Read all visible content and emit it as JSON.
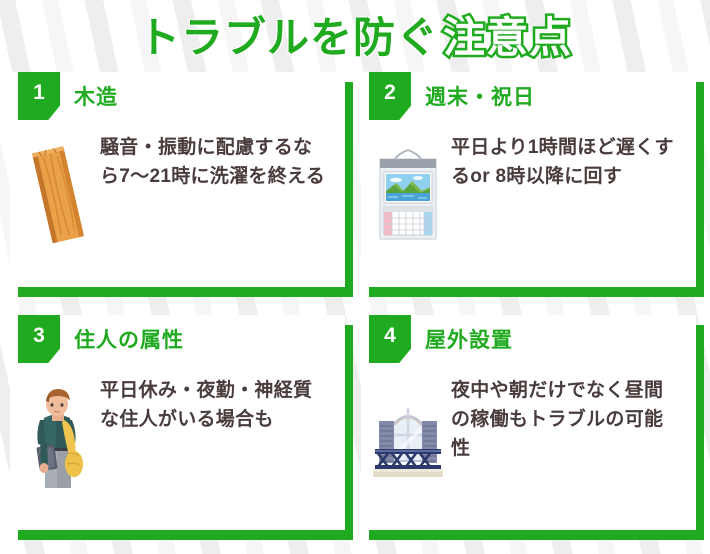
{
  "header": {
    "title_plain": "トラブルを防ぐ",
    "title_highlight": "注意点"
  },
  "colors": {
    "green": "#1faa1f",
    "text": "#4a3c3c",
    "white": "#ffffff",
    "background": "#f2f2f2"
  },
  "cards": [
    {
      "number": "1",
      "title": "木造",
      "text": "騒音・振動に配慮するなら7〜21時に洗濯を終える",
      "icon": "wooden-plank-icon"
    },
    {
      "number": "2",
      "title": "週末・祝日",
      "text": "平日より1時間ほど遅くするor 8時以降に回す",
      "icon": "wall-calendar-icon"
    },
    {
      "number": "3",
      "title": "住人の属性",
      "text": "平日休み・夜勤・神経質な住人がいる場合も",
      "icon": "person-with-backpack-icon"
    },
    {
      "number": "4",
      "title": "屋外設置",
      "text": "夜中や朝だけでなく昼間の稼働もトラブルの可能性",
      "icon": "balcony-window-icon"
    }
  ]
}
